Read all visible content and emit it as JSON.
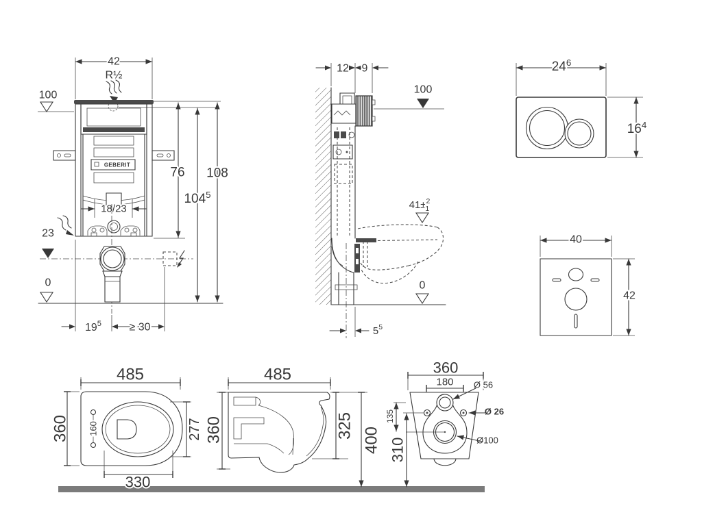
{
  "meta": {
    "background": "#ffffff",
    "line_color": "#383838",
    "floor_color": "#7b7b7b"
  },
  "cistern_front": {
    "width": "42",
    "thread": "R½",
    "supply_level": "100",
    "height_76": "76",
    "height_108": "108",
    "height_104": {
      "main": "104",
      "sup": "5"
    },
    "pipe_offset": "18/23",
    "drain_level": "23",
    "zero": "0",
    "dim_19": {
      "main": "19",
      "sup": "5"
    },
    "dim_min30": "≥ 30",
    "logo": "GEBERIT"
  },
  "cistern_side": {
    "depth_wall": "12",
    "depth_front": "9",
    "supply_level": "100",
    "rim_level": {
      "main": "41±",
      "plus": "2",
      "minus": "1"
    },
    "zero": "0",
    "drain_offset": {
      "main": "5",
      "sup": "5"
    }
  },
  "flush_plate": {
    "width": {
      "main": "24",
      "sup": "6"
    },
    "height": {
      "main": "16",
      "sup": "4"
    }
  },
  "sound_mat": {
    "width": "40",
    "height": "42"
  },
  "wc_top": {
    "width": "485",
    "depth": "360",
    "inner_length": "277",
    "hole_spacing": "160",
    "bowl_width": "330"
  },
  "wc_side": {
    "length": "485",
    "height": "360",
    "front_height": "325",
    "install_height": "400"
  },
  "wc_back": {
    "width": "360",
    "hole_spacing": "180",
    "dia_supply": "Ø 56",
    "dia_bolts": "Ø 26",
    "dia_drain": "Ø100",
    "offset_135": "135",
    "height_310": "310"
  }
}
